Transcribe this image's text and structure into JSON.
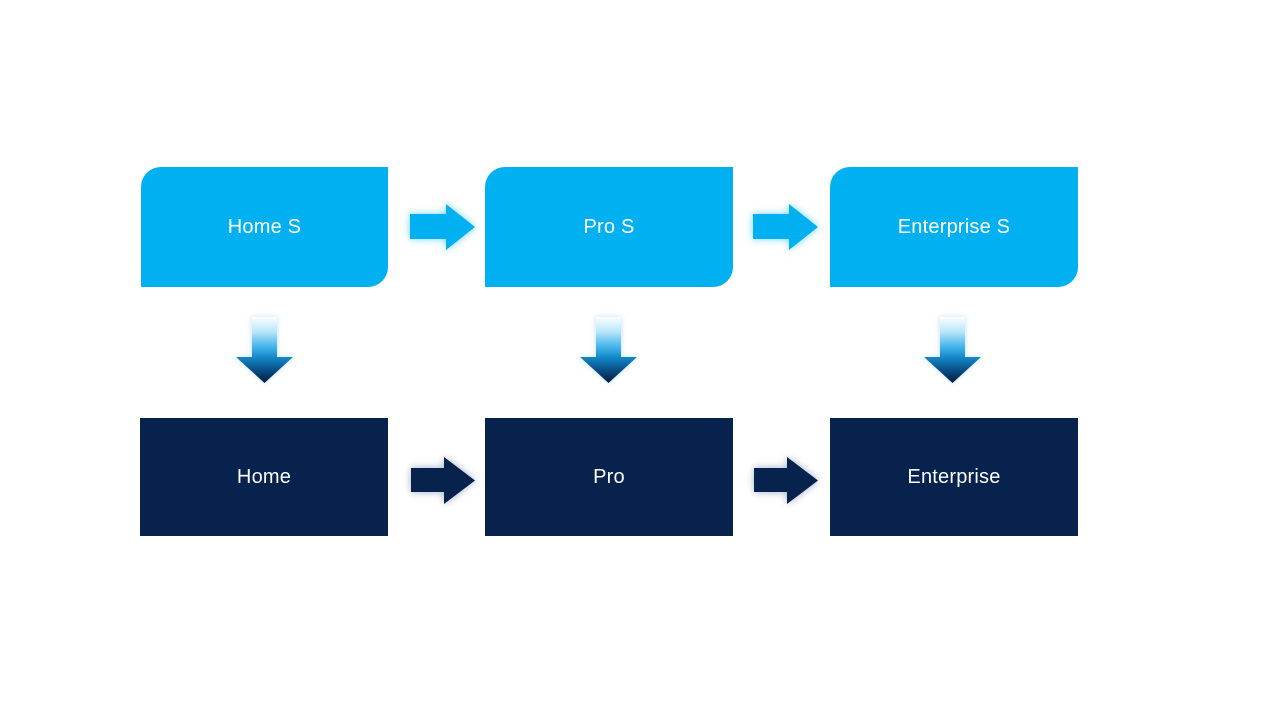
{
  "canvas": {
    "background": "#FFFFFF"
  },
  "colors": {
    "accent": "#00B0F0",
    "dark": "#07234D",
    "label_text": "#FFFFFF"
  },
  "icons": {
    "right_arrow": "→",
    "down_arrow": "↓"
  },
  "diagram": {
    "type": "two-row process flow",
    "top_row": [
      {
        "label": "Home S"
      },
      {
        "label": "Pro S"
      },
      {
        "label": "Enterprise S"
      }
    ],
    "bottom_row": [
      {
        "label": "Home"
      },
      {
        "label": "Pro"
      },
      {
        "label": "Enterprise"
      }
    ]
  }
}
